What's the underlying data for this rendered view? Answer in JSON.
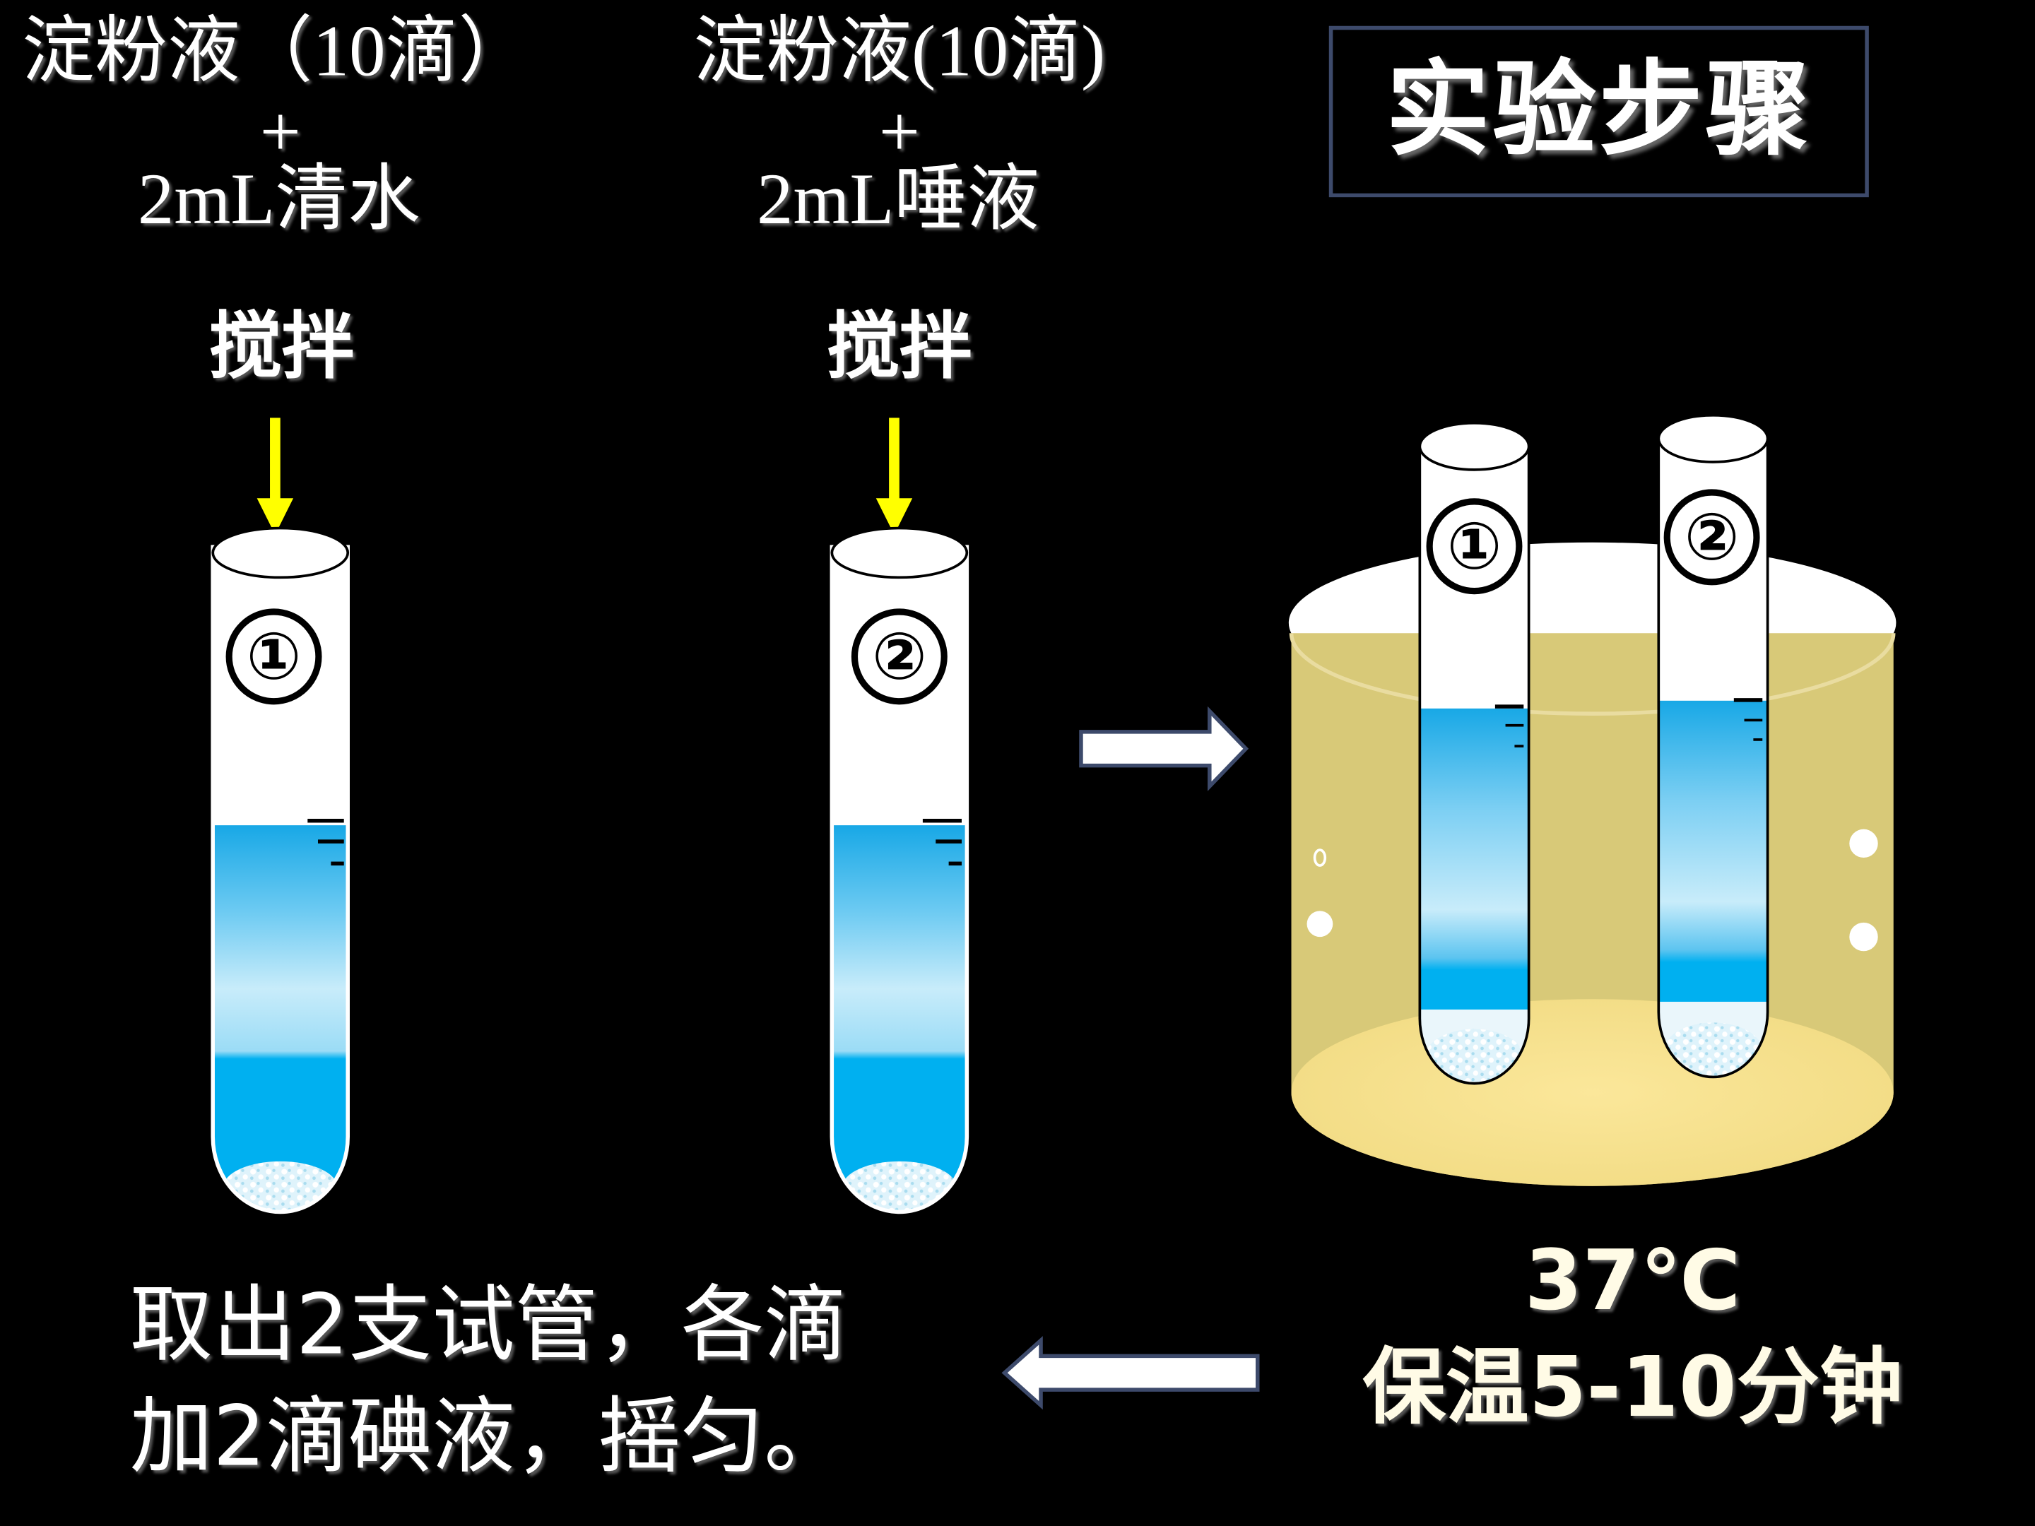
{
  "title": "实验步骤",
  "tube1_label": {
    "line1": "淀粉液（10滴）",
    "line2": "+",
    "line3": "2mL清水"
  },
  "tube2_label": {
    "line1": "淀粉液(10滴)",
    "line2": "+",
    "line3": "2mL唾液"
  },
  "stir_label": "搅拌",
  "tube_numbers": [
    "①",
    "②"
  ],
  "water_bath": {
    "temperature": "37℃",
    "duration": "保温5-10分钟"
  },
  "final_step": {
    "line1": "取出2支试管，各滴",
    "line2": "加2滴碘液，摇匀。"
  },
  "colors": {
    "background": "#000000",
    "arrow_down": "#ffff00",
    "liquid_top": "#bfe6f6",
    "liquid_bottom": "#00b0f0",
    "bath_body": "#d8c978",
    "bath_bottom": "#f5e08c",
    "title_border": "#3d4a6b"
  },
  "icons": [
    "yellow-down-arrow",
    "right-arrow",
    "left-arrow",
    "test-tube",
    "water-bath-beaker"
  ]
}
